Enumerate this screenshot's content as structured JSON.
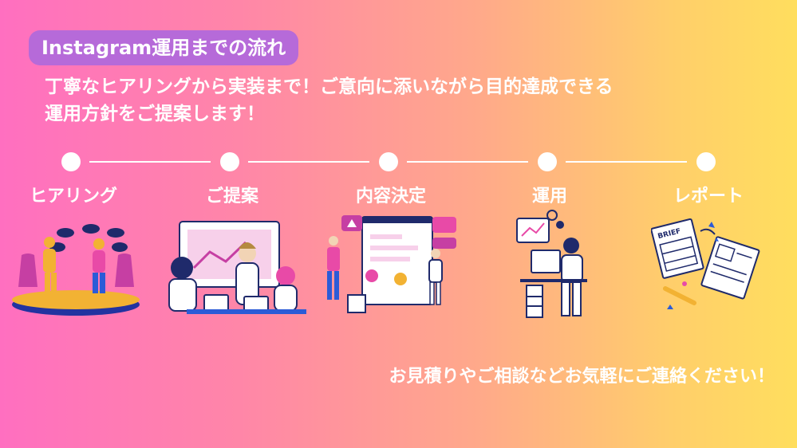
{
  "header": {
    "title": "Instagram運用までの流れ",
    "subtitle_line1": "丁寧なヒアリングから実装まで！ご意向に添いながら目的達成できる",
    "subtitle_line2": "運用方針をご提案します！"
  },
  "steps": [
    {
      "label": "ヒアリング",
      "icon": "hearing-meeting-illustration"
    },
    {
      "label": "ご提案",
      "icon": "proposal-presentation-illustration"
    },
    {
      "label": "内容決定",
      "icon": "content-decision-illustration"
    },
    {
      "label": "運用",
      "icon": "operation-desk-illustration"
    },
    {
      "label": "レポート",
      "icon": "report-documents-illustration"
    }
  ],
  "report_doc_text": "BRIEF",
  "footer": {
    "text": "お見積りやご相談などお気軽にご連絡ください！"
  },
  "colors": {
    "title_pill": "#b66ad9",
    "accent_pink": "#e84aa7",
    "navy": "#1f2a6b",
    "gold": "#f2b233"
  }
}
